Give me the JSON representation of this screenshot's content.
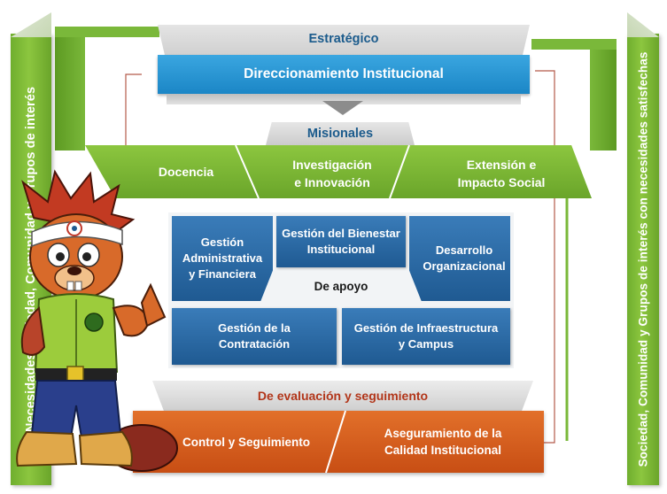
{
  "left_bar": {
    "text": "Necesidades Sociedad, Comunidad y Grupos de interés"
  },
  "right_bar": {
    "text": "Sociedad, Comunidad y Grupos de interés con necesidades satisfechas"
  },
  "estrategico": {
    "label": "Estratégico",
    "process": "Direccionamiento Institucional"
  },
  "misionales": {
    "label": "Misionales",
    "items": [
      {
        "line1": "Docencia",
        "line2": ""
      },
      {
        "line1": "Investigación",
        "line2": "e Innovación"
      },
      {
        "line1": "Extensión e",
        "line2": "Impacto Social"
      }
    ]
  },
  "apoyo": {
    "label": "De apoyo",
    "items": [
      {
        "line1": "Gestión",
        "line2": "Administrativa",
        "line3": "y Financiera"
      },
      {
        "line1": "Gestión del Bienestar",
        "line2": "Institucional",
        "line3": ""
      },
      {
        "line1": "Desarrollo",
        "line2": "Organizacional",
        "line3": ""
      },
      {
        "line1": "Gestión de la",
        "line2": "Contratación",
        "line3": ""
      },
      {
        "line1": "Gestión de Infraestructura",
        "line2": "y  Campus",
        "line3": ""
      }
    ]
  },
  "evaluacion": {
    "label": "De evaluación y seguimiento",
    "items": [
      {
        "line1": "Control y Seguimiento",
        "line2": ""
      },
      {
        "line1": "Aseguramiento de la",
        "line2": "Calidad Institucional"
      }
    ]
  },
  "colors": {
    "green": "#7ab83a",
    "blue": "#1f8fcf",
    "dark_blue": "#1f5a92",
    "orange": "#d8601d",
    "grey": "#d9d9d9"
  },
  "mascot": {
    "icon": "beaver-mascot-icon"
  }
}
